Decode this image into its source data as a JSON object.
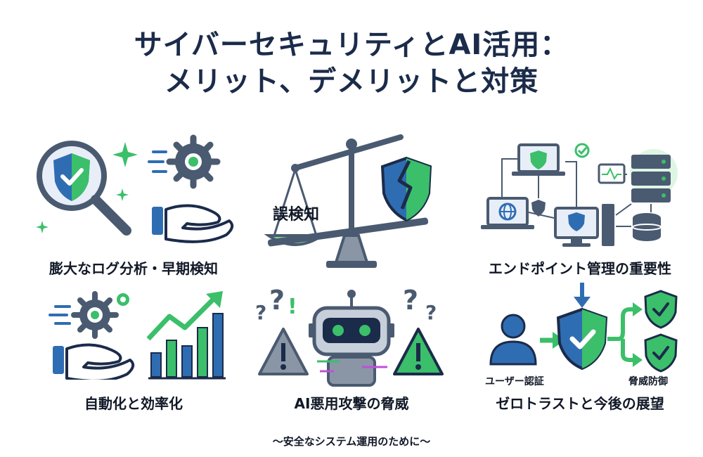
{
  "header": {
    "title_line1": "サイバーセキュリティとAI活用：",
    "title_line2": "メリット、デメリットと対策"
  },
  "panels": {
    "detection": {
      "caption": "膨大なログ分析・早期検知"
    },
    "false_positive": {
      "caption": "",
      "label": "誤検知"
    },
    "endpoint": {
      "caption": "エンドポイント管理の重要性"
    },
    "automation": {
      "caption": "自動化と効率化"
    },
    "ai_threat": {
      "caption": "AI悪用攻撃の脅威"
    },
    "zero_trust": {
      "caption": "ゼロトラストと今後の展望",
      "user_label": "ユーザー認証",
      "defense_label": "脅威防御"
    }
  },
  "footer": {
    "text": "〜安全なシステム運用のために〜"
  },
  "colors": {
    "navy": "#1b2b4a",
    "slate": "#4a5a70",
    "blue": "#2f6db3",
    "teal": "#1f8f7a",
    "green": "#3bbf6a",
    "light_green": "#7fd58f",
    "gray": "#8a96a6"
  }
}
